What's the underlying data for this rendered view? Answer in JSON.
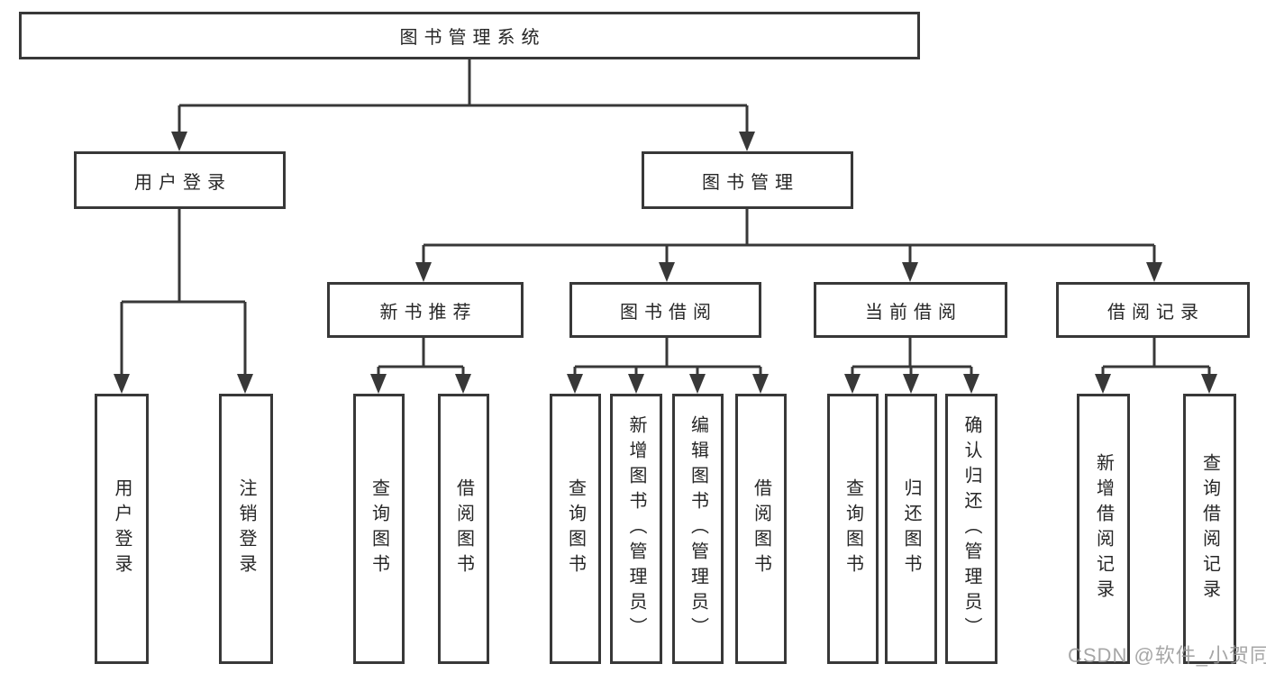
{
  "diagram": {
    "title": "图书管理系统",
    "watermark": "CSDN @软件_小贺同学",
    "colors": {
      "line": "#383838",
      "border": "#383838",
      "text": "#262626",
      "watermark": "#969696",
      "background": "#ffffff"
    },
    "root": {
      "label": "图书管理系统"
    },
    "branches": [
      {
        "label": "用户登录",
        "children": [
          {
            "label": "用户登录"
          },
          {
            "label": "注销登录"
          }
        ]
      },
      {
        "label": "图书管理",
        "children": [
          {
            "label": "新书推荐",
            "children": [
              {
                "label": "查询图书"
              },
              {
                "label": "借阅图书"
              }
            ]
          },
          {
            "label": "图书借阅",
            "children": [
              {
                "label": "查询图书"
              },
              {
                "label": "新增图书（管理员）"
              },
              {
                "label": "编辑图书（管理员）"
              },
              {
                "label": "借阅图书"
              }
            ]
          },
          {
            "label": "当前借阅",
            "children": [
              {
                "label": "查询图书"
              },
              {
                "label": "归还图书"
              },
              {
                "label": "确认归还（管理员）"
              }
            ]
          },
          {
            "label": "借阅记录",
            "children": [
              {
                "label": "新增借阅记录"
              },
              {
                "label": "查询借阅记录"
              }
            ]
          }
        ]
      }
    ]
  }
}
